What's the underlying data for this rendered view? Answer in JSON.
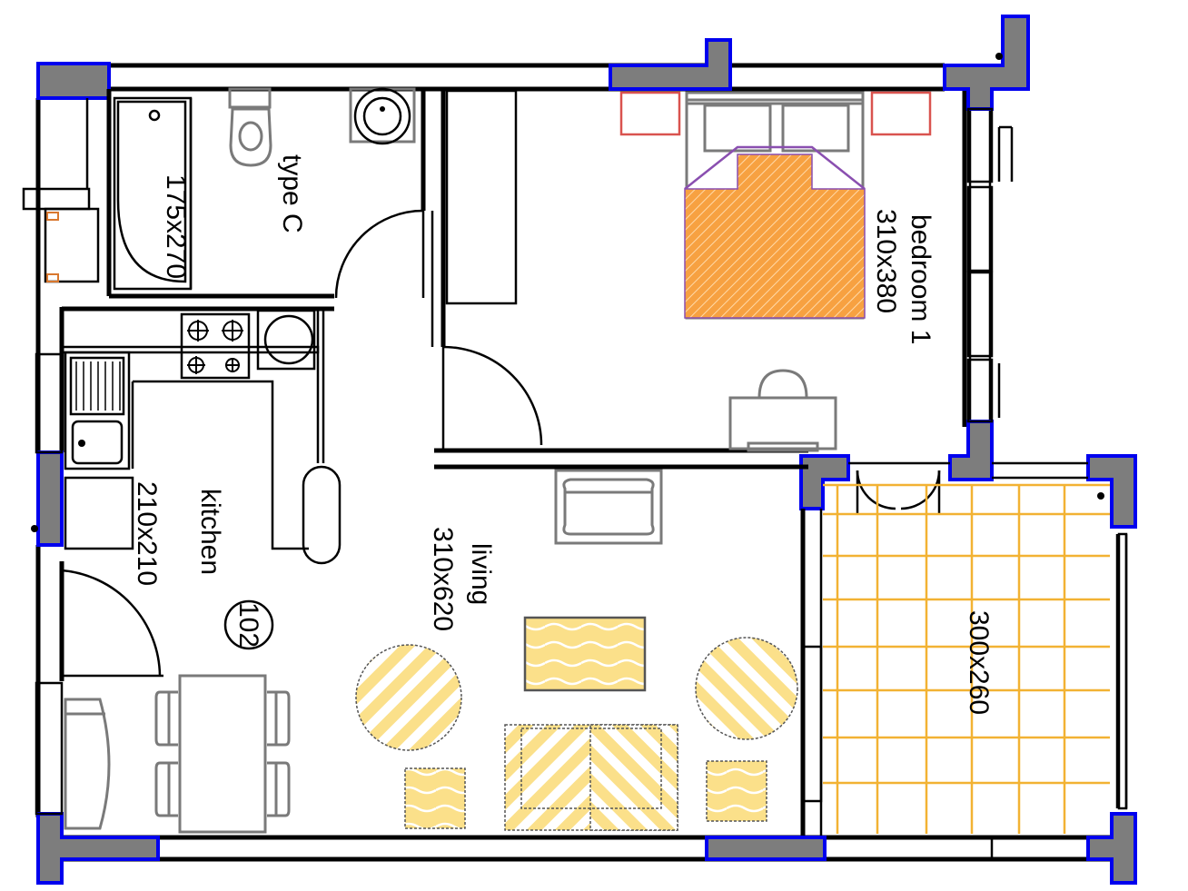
{
  "plan": {
    "unit_number": "102",
    "apartment_type": "type C",
    "rooms": [
      {
        "id": "bedroom",
        "name": "bedroom 1",
        "size": "310x380"
      },
      {
        "id": "living",
        "name": "living",
        "size": "310x620"
      },
      {
        "id": "kitchen",
        "name": "kitchen",
        "size": "210x210"
      },
      {
        "id": "bathroom",
        "name": "",
        "size": "175x270"
      },
      {
        "id": "balcony",
        "name": "",
        "size": "300x260"
      }
    ]
  },
  "colors": {
    "wall": "#000000",
    "pillar_fill": "#7d7d7d",
    "pillar_outline": "#0000ee",
    "bed": "#f7a141",
    "bed_outline": "#8a4fb0",
    "furniture_yellow": "#fbe08a",
    "balcony_tile": "#f2b233",
    "nightstand": "#d9534f",
    "fixture_grey": "#7a7a7a"
  }
}
